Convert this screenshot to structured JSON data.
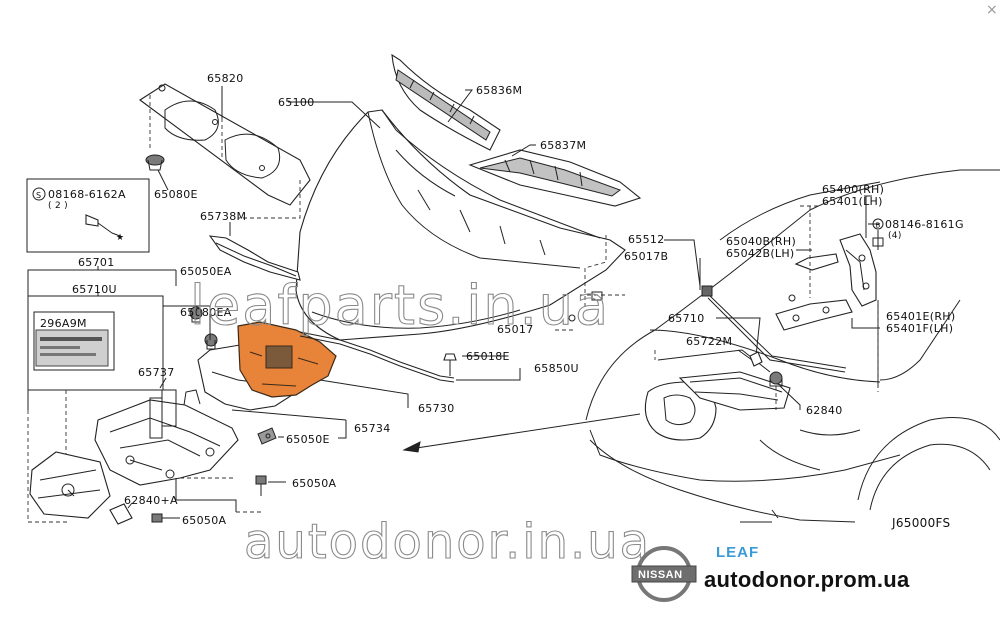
{
  "close_glyph": "×",
  "labels": {
    "p65820": "65820",
    "p65100": "65100",
    "p65836M": "65836M",
    "p65837M": "65837M",
    "p08168": "08168-6162A",
    "p08168_qty": "( 2 )",
    "p65080E": "65080E",
    "p65738M": "65738M",
    "p65701": "65701",
    "p65050EA_1": "65050EA",
    "p65050EA_2": "65080EA",
    "p65710U": "65710U",
    "p296A9M": "296A9M",
    "p65737": "65737",
    "p65017": "65017",
    "p65018E": "65018E",
    "p65850U": "65850U",
    "p65730": "65730",
    "p65734": "65734",
    "p65050E": "65050E",
    "p65050A_1": "65050A",
    "p62840A": "62840+A",
    "p65050A_2": "65050A",
    "p65512": "65512",
    "p65017B": "65017B",
    "p65040B": "65040B(RH)",
    "p65042B": "65042B(LH)",
    "p65400": "65400(RH)",
    "p65401": "65401(LH)",
    "p08146": "08146-8161G",
    "p08146_qty": "(4)",
    "p65710": "65710",
    "p65722M": "65722M",
    "p65401E": "65401E(RH)",
    "p65401F": "65401F(LH)",
    "p62840": "62840",
    "code": "J65000FS"
  },
  "watermarks": {
    "top": "leafparts.in.ua",
    "bottom": "autodonor.in.ua"
  },
  "branding": {
    "logo_text": "NISSAN",
    "model": "LEAF",
    "site": "autodonor.prom.ua",
    "model_color": "#3a9ad9"
  },
  "colors": {
    "highlight_part": "#e8833a"
  }
}
